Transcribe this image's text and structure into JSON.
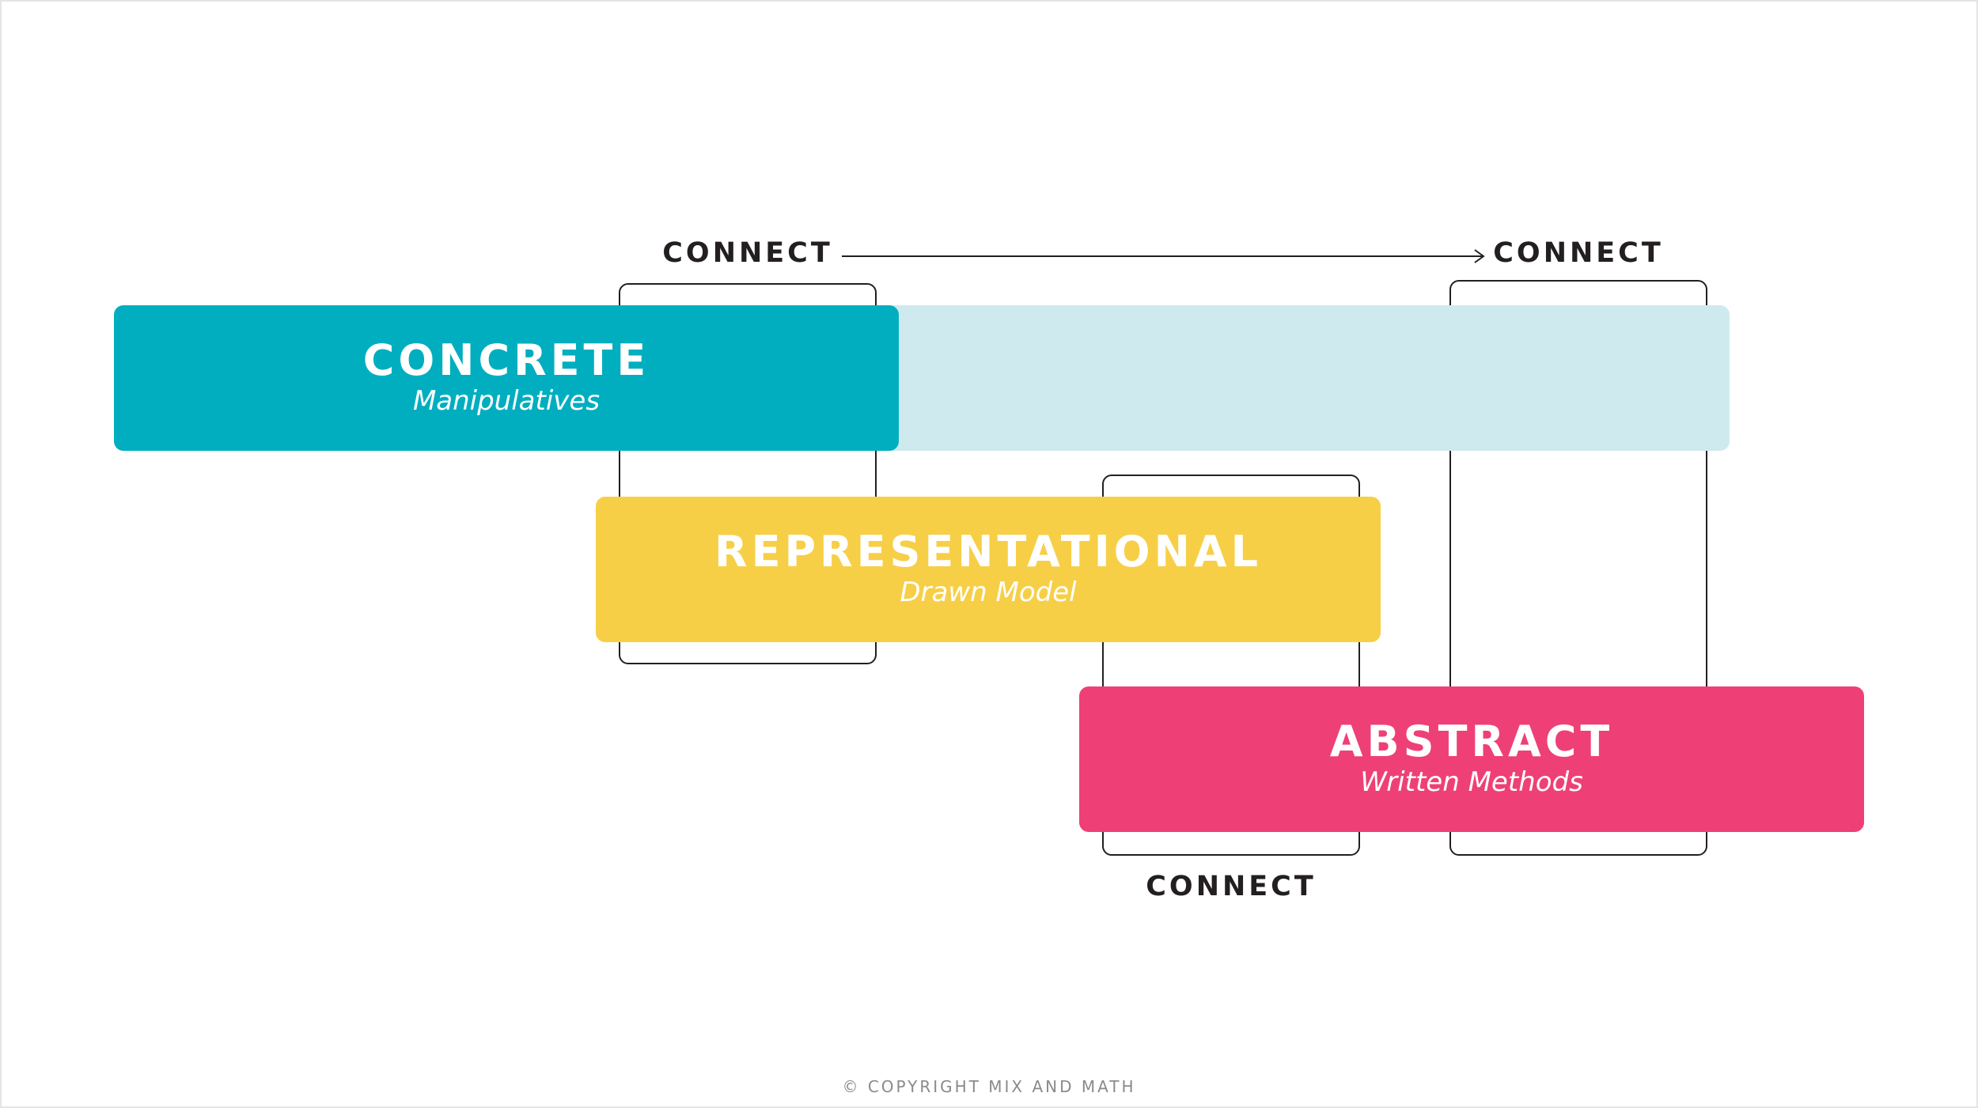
{
  "diagram": {
    "concrete": {
      "title": "CONCRETE",
      "subtitle": "Manipulatives",
      "color": "#00aec0",
      "extension_color": "#cfeaee"
    },
    "representational": {
      "title": "REPRESENTATIONAL",
      "subtitle": "Drawn Model",
      "color": "#f7cf47"
    },
    "abstract": {
      "title": "ABSTRACT",
      "subtitle": "Written Methods",
      "color": "#ee4077"
    },
    "connectors": [
      {
        "label": "CONNECT"
      },
      {
        "label": "CONNECT"
      },
      {
        "label": "CONNECT"
      }
    ],
    "outline_color": "#231f20",
    "arrow_icon": "arrow-right-icon"
  },
  "footer": {
    "copyright": "© COPYRIGHT MIX AND MATH"
  }
}
